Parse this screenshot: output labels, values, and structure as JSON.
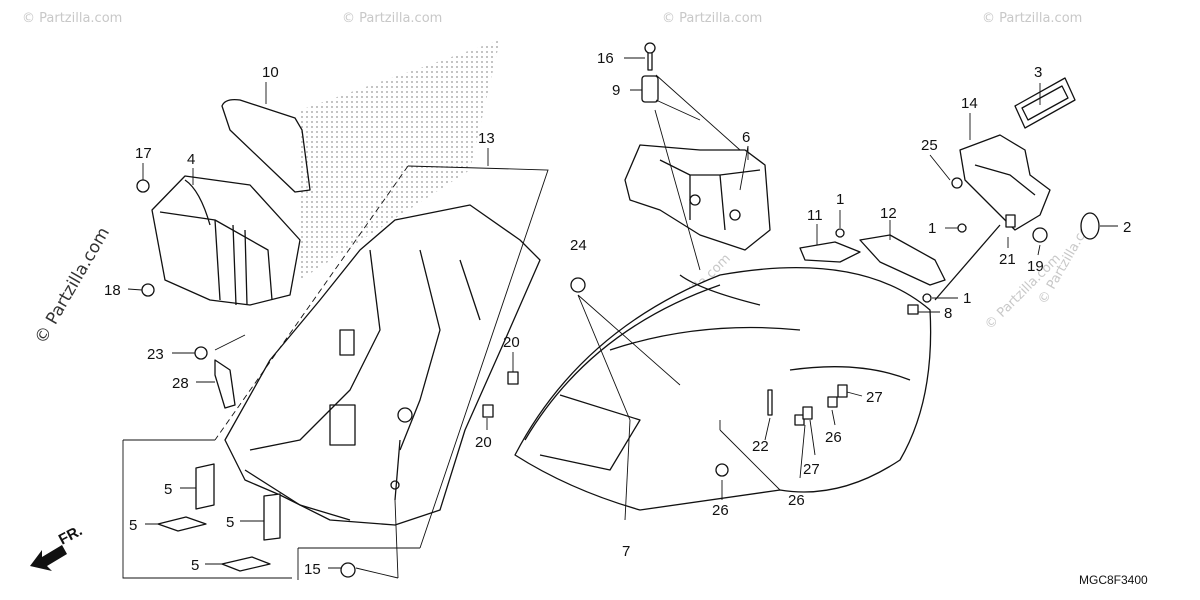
{
  "diagram_code": "MGC8F3400",
  "direction_label": "FR.",
  "watermark_side": "© Partzilla.com",
  "watermark_tile": "© Partzilla.com",
  "callouts": {
    "c1a": "1",
    "c1b": "1",
    "c1c": "1",
    "c2": "2",
    "c3": "3",
    "c4": "4",
    "c5a": "5",
    "c5b": "5",
    "c5c": "5",
    "c5d": "5",
    "c6": "6",
    "c7": "7",
    "c8": "8",
    "c9": "9",
    "c10": "10",
    "c11": "11",
    "c12": "12",
    "c13": "13",
    "c14": "14",
    "c15": "15",
    "c16": "16",
    "c17": "17",
    "c18": "18",
    "c19": "19",
    "c20a": "20",
    "c20b": "20",
    "c21": "21",
    "c22": "22",
    "c23": "23",
    "c24": "24",
    "c25": "25",
    "c26a": "26",
    "c26b": "26",
    "c26c": "26",
    "c27a": "27",
    "c27b": "27",
    "c28": "28"
  }
}
